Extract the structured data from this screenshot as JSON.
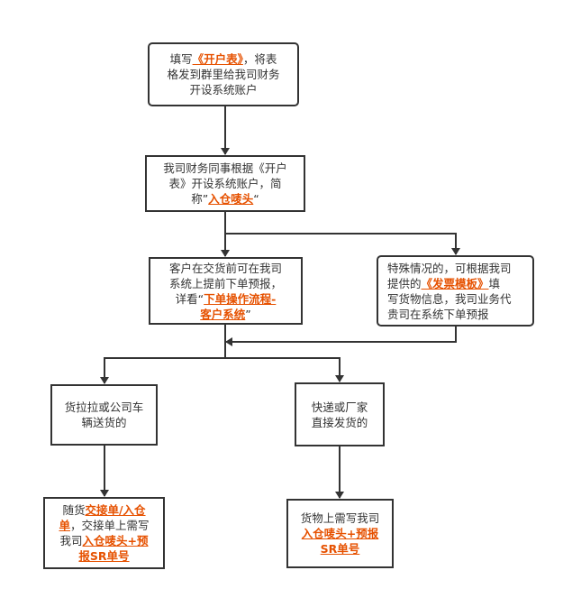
{
  "colors": {
    "link": "#e65100",
    "border": "#333333"
  },
  "boxes": [
    {
      "id": "fill-form",
      "lines": [
        [
          {
            "t": "填写"
          },
          {
            "t": "《开户表》",
            "link": true
          },
          {
            "t": "，将表"
          }
        ],
        [
          {
            "t": "格发到群里给我司财务"
          }
        ],
        [
          {
            "t": "开设系统账户"
          }
        ]
      ]
    },
    {
      "id": "finance-open-account",
      "lines": [
        [
          {
            "t": "我司财务同事根据《开户"
          }
        ],
        [
          {
            "t": "表》开设系统账户，简"
          }
        ],
        [
          {
            "t": "称”"
          },
          {
            "t": "入仓唛头",
            "link": true
          },
          {
            "t": "“"
          }
        ]
      ]
    },
    {
      "id": "customer-preorder",
      "lines": [
        [
          {
            "t": "客户在交货前可在我司"
          }
        ],
        [
          {
            "t": "系统上提前下单预报，"
          }
        ],
        [
          {
            "t": "详看“"
          },
          {
            "t": "下单操作流程-",
            "link": true
          }
        ],
        [
          {
            "t": "客户系统",
            "link": true
          },
          {
            "t": "”"
          }
        ]
      ]
    },
    {
      "id": "special-case",
      "lines": [
        [
          {
            "t": "特殊情况的，可根据我司"
          }
        ],
        [
          {
            "t": "提供的"
          },
          {
            "t": "《发票模板》",
            "link": true
          },
          {
            "t": "填"
          }
        ],
        [
          {
            "t": "写货物信息，我司业务代"
          }
        ],
        [
          {
            "t": "贵司在系统下单预报"
          }
        ]
      ]
    },
    {
      "id": "truck-delivery",
      "lines": [
        [
          {
            "t": "货拉拉或公司车"
          }
        ],
        [
          {
            "t": "辆送货的"
          }
        ]
      ]
    },
    {
      "id": "courier-delivery",
      "lines": [
        [
          {
            "t": "快递或厂家"
          }
        ],
        [
          {
            "t": "直接发货的"
          }
        ]
      ]
    },
    {
      "id": "truck-docs",
      "lines": [
        [
          {
            "t": "随货"
          },
          {
            "t": "交接单/入仓",
            "link": true
          }
        ],
        [
          {
            "t": "单",
            "link": true
          },
          {
            "t": "，交接单上需写"
          }
        ],
        [
          {
            "t": "我司"
          },
          {
            "t": "入仓唛头+预",
            "link": true
          }
        ],
        [
          {
            "t": "报SR单号",
            "link": true
          }
        ]
      ]
    },
    {
      "id": "courier-docs",
      "lines": [
        [
          {
            "t": "货物上需写我司"
          }
        ],
        [
          {
            "t": "入仓唛头+预报",
            "link": true
          }
        ],
        [
          {
            "t": "SR单号",
            "link": true
          }
        ]
      ]
    }
  ]
}
